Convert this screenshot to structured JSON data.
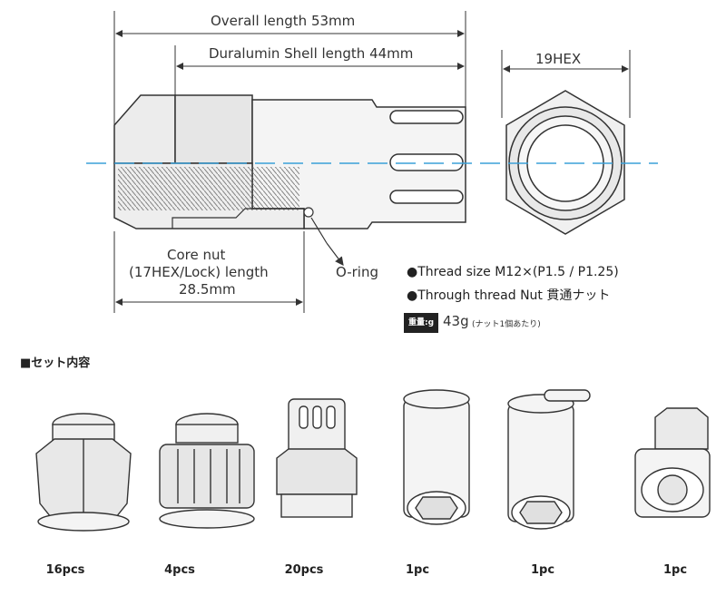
{
  "dimensions": {
    "overall_length": "Overall length 53mm",
    "shell_length": "Duralumin Shell length 44mm",
    "hex_size": "19HEX",
    "core_nut_line1": "Core nut",
    "core_nut_line2": "(17HEX/Lock) length",
    "core_nut_line3": "28.5mm",
    "o_ring": "O-ring"
  },
  "specs": {
    "thread_size": "●Thread size M12×(P1.5 / P1.25)",
    "through_thread": "●Through thread Nut 貫通ナット",
    "weight_badge": "重量:g",
    "weight_value": "43g",
    "weight_note": "(ナット1個あたり)"
  },
  "set_contents": {
    "title": "■セット内容",
    "items": [
      {
        "qty": "16pcs"
      },
      {
        "qty": "4pcs"
      },
      {
        "qty": "20pcs"
      },
      {
        "qty": "1pc"
      },
      {
        "qty": "1pc"
      },
      {
        "qty": "1pc"
      }
    ]
  },
  "colors": {
    "center_line": "#3aa0d8",
    "line": "#333333"
  }
}
